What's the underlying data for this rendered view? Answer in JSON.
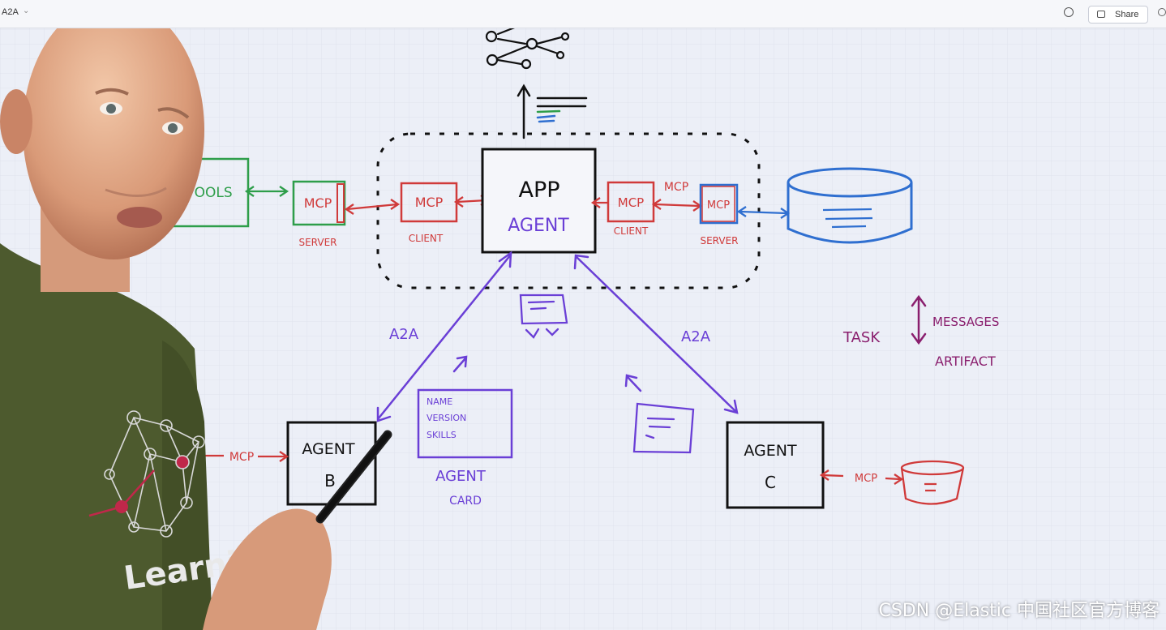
{
  "app": {
    "title": "A2A",
    "share_label": "Share"
  },
  "colors": {
    "mcp": "#d03a3a",
    "a2a": "#6a3fd6",
    "tools": "#2e9e4a",
    "storage": "#2f6fd0",
    "ink": "#1a1a1a",
    "task": "#8a1f6e"
  },
  "diagram": {
    "tools_label": "TOOLS",
    "mcp_label": "MCP",
    "server_label": "SERVER",
    "client_label": "CLIENT",
    "app_agent": {
      "line1": "APP",
      "line2": "AGENT"
    },
    "agent_b": {
      "line1": "AGENT",
      "line2": "B"
    },
    "agent_c": {
      "line1": "AGENT",
      "line2": "C"
    },
    "a2a_label": "A2A",
    "agent_card": {
      "lines": [
        "NAME",
        "VERSION",
        "SKILLS"
      ],
      "caption1": "AGENT",
      "caption2": "CARD"
    },
    "legend": {
      "task": "TASK",
      "messages": "MESSAGES",
      "artifact": "ARTIFACT"
    },
    "brand_text": "Learning"
  },
  "watermark": "CSDN @Elastic 中国社区官方博客"
}
